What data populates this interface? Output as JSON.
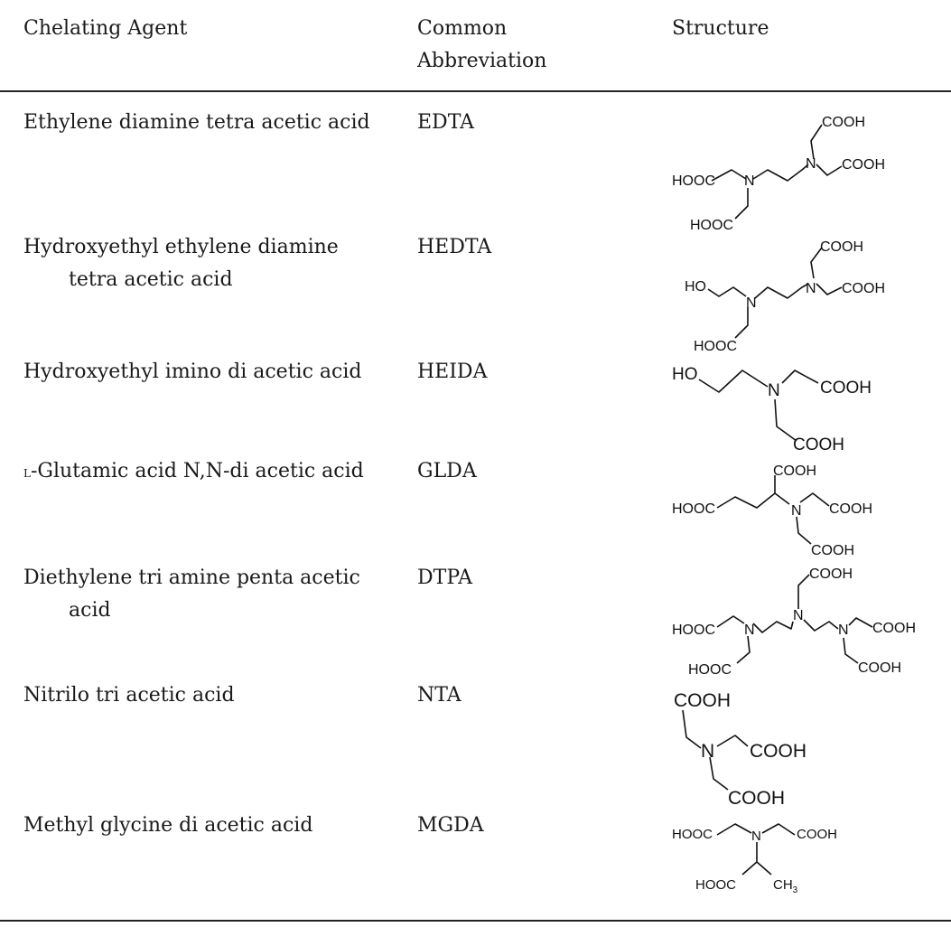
{
  "headers": {
    "agent": "Chelating Agent",
    "abbr_line1": "Common",
    "abbr_line2": "Abbreviation",
    "structure": "Structure"
  },
  "rows": [
    {
      "name": "Ethylene diamine tetra acetic acid",
      "abbr": "EDTA",
      "labels": {
        "a": "COOH",
        "b": "COOH",
        "c": "HOOC",
        "d": "HOOC",
        "n1": "N",
        "n2": "N"
      }
    },
    {
      "name": "Hydroxyethyl ethylene diamine tetra acetic acid",
      "abbr": "HEDTA",
      "labels": {
        "a": "COOH",
        "b": "COOH",
        "c": "HO",
        "d": "HOOC",
        "n1": "N",
        "n2": "N"
      }
    },
    {
      "name": "Hydroxyethyl imino di acetic acid",
      "abbr": "HEIDA",
      "labels": {
        "a": "HO",
        "b": "COOH",
        "c": "COOH",
        "n1": "N"
      }
    },
    {
      "name_prefix": "l",
      "name": "-Glutamic acid N,N-di acetic acid",
      "abbr": "GLDA",
      "labels": {
        "a": "COOH",
        "b": "HOOC",
        "c": "COOH",
        "d": "COOH",
        "n1": "N"
      }
    },
    {
      "name": "Diethylene tri amine penta acetic acid",
      "abbr": "DTPA",
      "labels": {
        "a": "COOH",
        "b": "HOOC",
        "c": "COOH",
        "d": "HOOC",
        "e": "COOH",
        "n1": "N",
        "n2": "N",
        "n3": "N"
      }
    },
    {
      "name": "Nitrilo tri acetic acid",
      "abbr": "NTA",
      "labels": {
        "a": "COOH",
        "b": "COOH",
        "c": "COOH",
        "n1": "N"
      }
    },
    {
      "name": "Methyl glycine di acetic acid",
      "abbr": "MGDA",
      "labels": {
        "a": "HOOC",
        "b": "COOH",
        "c": "HOOC",
        "d": "CH",
        "d_sub": "3",
        "n1": "N"
      }
    }
  ]
}
